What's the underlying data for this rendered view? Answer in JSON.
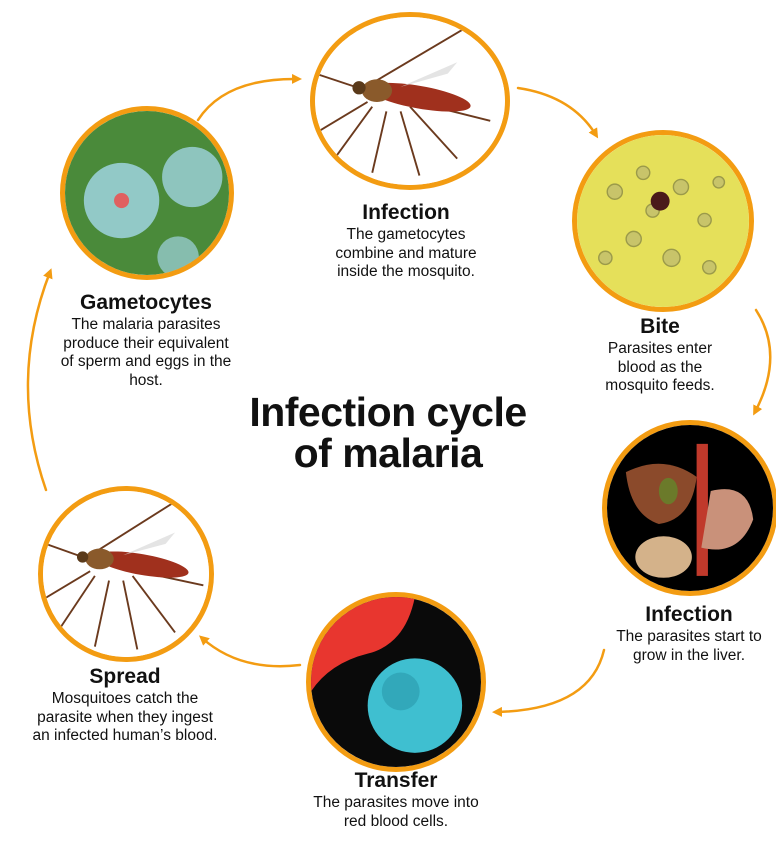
{
  "title": "Infection cycle of malaria",
  "accent_color": "#f39c12",
  "stages": {
    "infection_mosquito": {
      "title": "Infection",
      "desc": "The gametocytes combine and mature inside the mosquito.",
      "image_icon": "mosquito-icon"
    },
    "bite": {
      "title": "Bite",
      "desc": "Parasites enter blood as the mosquito feeds.",
      "image_icon": "blood-cells-icon"
    },
    "infection_liver": {
      "title": "Infection",
      "desc": "The parasites start to grow in the liver.",
      "image_icon": "liver-organs-icon"
    },
    "transfer": {
      "title": "Transfer",
      "desc": "The parasites move into red blood cells.",
      "image_icon": "red-blood-cell-icon"
    },
    "spread": {
      "title": "Spread",
      "desc": "Mosquitoes catch the parasite when they ingest an infected human’s blood.",
      "image_icon": "mosquito-icon"
    },
    "gametocytes": {
      "title": "Gametocytes",
      "desc": "The malaria parasites produce their equivalent of sperm and eggs in the host.",
      "image_icon": "gametocyte-cells-icon"
    }
  }
}
